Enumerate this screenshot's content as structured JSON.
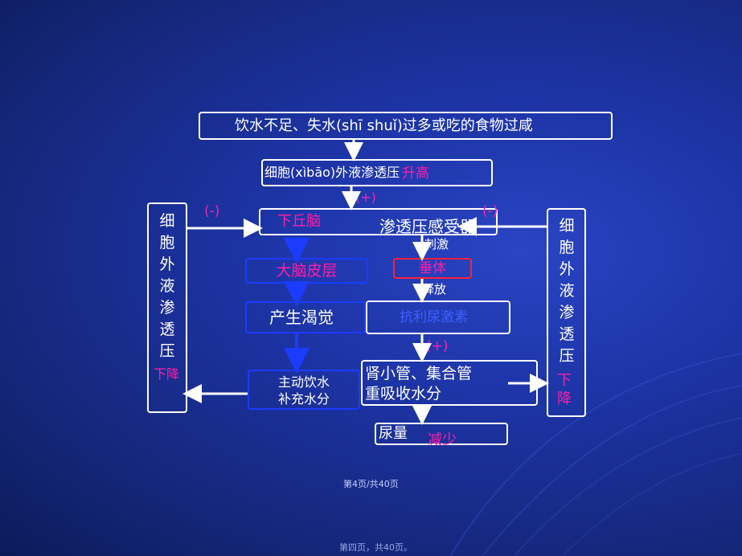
{
  "slide": {
    "top_box": "饮水不足、失水(shī shuǐ)过多或吃的食物过咸",
    "ecf_box": "细胞(xìbāo)外液渗透压",
    "ecf_rise": "升高",
    "plus_1": "(+)",
    "hypothalamus_label": "下丘脑",
    "osmoreceptor_label": "渗透压感受器",
    "minus_left": "(-)",
    "minus_right": "(-)",
    "stimulate_label": "刺激",
    "pituitary_box": "垂体",
    "release_label": "释放",
    "adh_box": "抗利尿激素",
    "plus_2": "(+)",
    "cortex_box": "大脑皮层",
    "thirst_box": "产生渴觉",
    "drink_line1": "主动饮水",
    "drink_line2": "补充水分",
    "kidney_line1": "肾小管、集合管",
    "kidney_line2": "重吸收水分",
    "urine_label": "尿量",
    "urine_decrease": "减少",
    "left_vertical": [
      "细",
      "胞",
      "外",
      "液",
      "渗",
      "透",
      "压"
    ],
    "left_drop": "下降",
    "right_vertical": [
      "细",
      "胞",
      "外",
      "液",
      "渗",
      "透",
      "压"
    ],
    "right_drop_1": "下",
    "right_drop_2": "降"
  },
  "footer": {
    "page_a": "第4页/共40页",
    "page_b": "第四页，共40页。"
  },
  "colors": {
    "background": "#1c2f96",
    "box_border": "#ffffff",
    "blue_border": "#1b3bff",
    "red_border": "#ff1f3a",
    "pink_text": "#ff1fa8"
  }
}
